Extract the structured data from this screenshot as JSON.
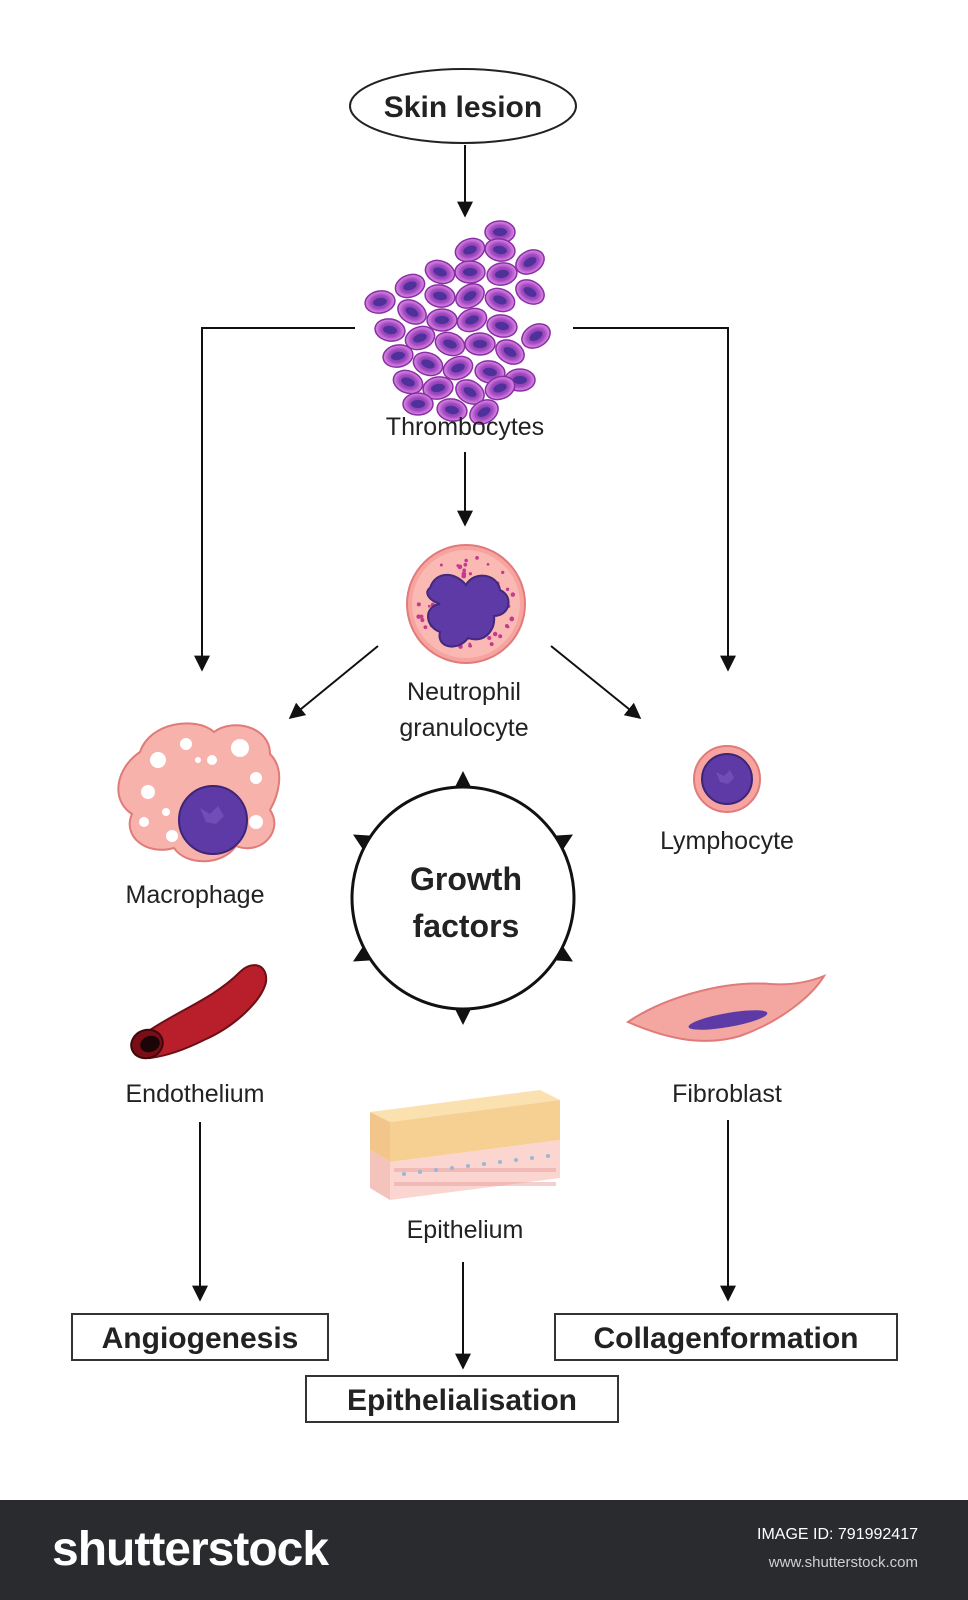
{
  "diagram": {
    "start": "Skin lesion",
    "nodes": {
      "thrombocytes": "Thrombocytes",
      "neutrophil_line1": "Neutrophil",
      "neutrophil_line2": "granulocyte",
      "macrophage": "Macrophage",
      "lymphocyte": "Lymphocyte",
      "growth_line1": "Growth",
      "growth_line2": "factors",
      "endothelium": "Endothelium",
      "fibroblast": "Fibroblast",
      "epithelium": "Epithelium"
    },
    "outcomes": {
      "angiogenesis": "Angiogenesis",
      "collagen": "Collagenformation",
      "epithelialisation": "Epithelialisation"
    }
  },
  "footer": {
    "logo": "shutterstock",
    "image_id_label": "IMAGE ID:",
    "image_id": "791992417",
    "site": "www.shutterstock.com"
  },
  "colors": {
    "platelet_fill": "#9b3fb6",
    "platelet_rim": "#d27fe0",
    "nucleus": "#6a3fa6",
    "cytoplasm": "#f8b3ae",
    "vessel": "#b91f2a",
    "footer_bg": "#2a2b2f"
  }
}
